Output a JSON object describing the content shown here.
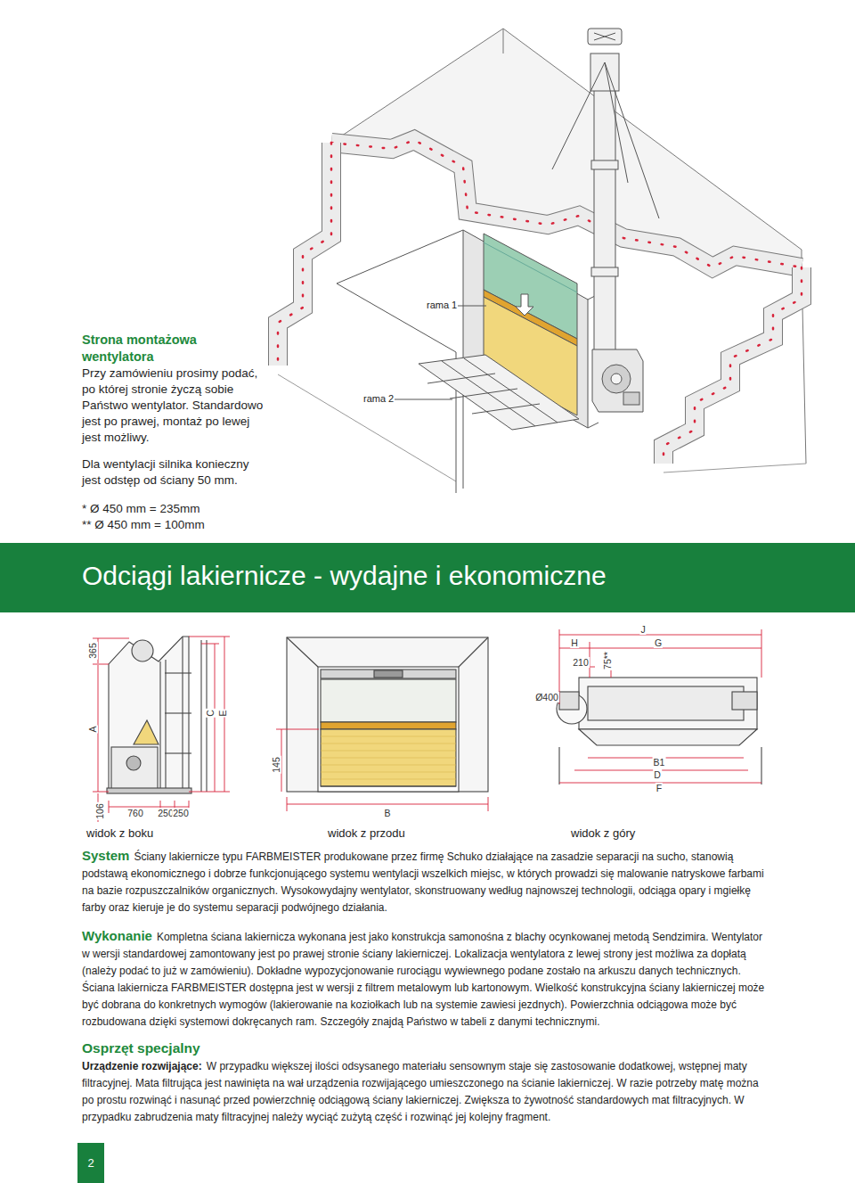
{
  "diagram": {
    "title": "Odciągi lakiernicze - wydajne i ekonomiczne",
    "nodes": [
      {
        "text": [
          "2"
        ]
      }
    ],
    "labels": [
      "Strona montażowa wentylatora",
      "Przy zamówieniu prosimy podać, po której stronie życzą sobie Państwo wentylator. Standardowo jest po prawej, montaż po lewej jest możliwy.",
      "Dla wentylacji silnika konieczny jest odstęp od ściany 50 mm.",
      "* Ø 450 mm = 235mm",
      "** Ø 450 mm = 100mm",
      "rama 1",
      "rama 2",
      "365",
      "A",
      "C",
      "E",
      "106",
      "760",
      "250",
      "250",
      "145",
      "B",
      "H",
      "J",
      "G",
      "210",
      "75**",
      "Ø400",
      "B1",
      "D",
      "F",
      "widok z boku",
      "widok z przodu",
      "widok z góry",
      "System",
      "Ściany lakiernicze typu FARBMEISTER produkowane przez firmę Schuko działające na zasadzie separacji na sucho, stanowią podstawą ekonomicznego i dobrze funkcjonującego systemu wentylacji wszelkich miejsc, w których prowadzi się malowanie natryskowe farbami na bazie rozpuszczalników organicznych. Wysokowydajny wentylator, skonstruowany według najnowszej technologii, odciąga opary i mgiełkę farby oraz kieruje je do systemu separacji podwójnego działania.",
      "Wykonanie",
      "Kompletna ściana lakiernicza wykonana jest jako konstrukcja samonośna z blachy ocynkowanej metodą Sendzimira. Wentylator w wersji standardowej zamontowany jest po prawej stronie ściany lakierniczej. Lokalizacja wentylatora z lewej strony jest możliwa za dopłatą (należy podać to już w zamówieniu). Dokładne wypozycjonowanie rurociągu wywiewnego podane zostało na arkuszu danych technicznych. Ściana lakiernicza FARBMEISTER dostępna jest w wersji z filtrem metalowym lub kartonowym. Wielkość konstrukcyjna ściany lakierniczej może być dobrana do konkretnych wymogów (lakierowanie na koziołkach lub na systemie zawiesi jezdnych). Powierzchnia odciągowa może być rozbudowana dzięki systemowi dokręcanych ram. Szczegóły znajdą Państwo w tabeli z danymi technicznymi.",
      "Osprzęt specjalny",
      "Urządzenie rozwijające:",
      "W przypadku większej ilości odsysanego materiału sensownym staje się zastosowanie dodatkowej, wstępnej maty filtracyjnej. Mata filtrująca jest nawinięta na wał urządzenia rozwijającego umieszczonego na ścianie lakierniczej. W razie potrzeby matę można po prostu rozwinąć i nasunąć przed powierzchnię odciągową ściany lakierniczej. Zwiększa to żywotność standardowych mat filtracyjnych. W przypadku zabrudzenia maty filtracyjnej należy wyciąć zużytą część i rozwinąć jej kolejny fragment."
    ]
  }
}
